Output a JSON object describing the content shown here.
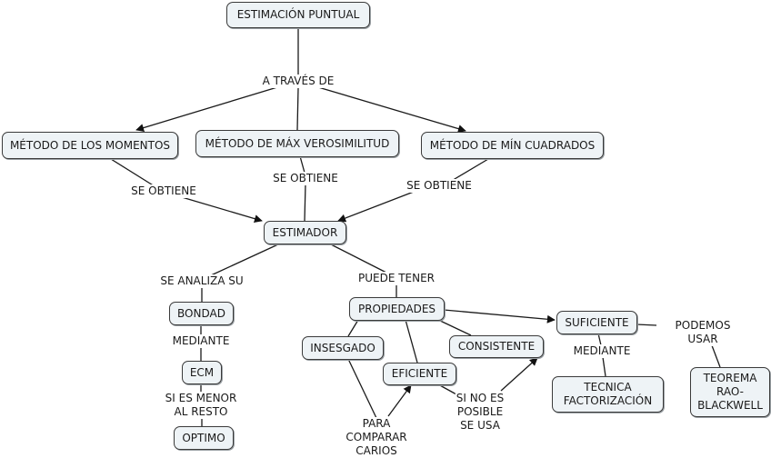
{
  "title": "ESTIMACIÓN PUNTUAL",
  "colors": {
    "node_fill": "#eef3f6",
    "node_border": "#3a3a3a",
    "line": "#1a1a1a",
    "background": "#ffffff"
  },
  "nodes": {
    "root": "ESTIMACIÓN PUNTUAL",
    "momentos": "MÉTODO DE LOS MOMENTOS",
    "verosimilitud": "MÉTODO DE MÁX VEROSIMILITUD",
    "cuadrados": "MÉTODO DE MÍN CUADRADOS",
    "estimador": "ESTIMADOR",
    "bondad": "BONDAD",
    "ecm": "ECM",
    "optimo": "OPTIMO",
    "propiedades": "PROPIEDADES",
    "insesgado": "INSESGADO",
    "consistente": "CONSISTENTE",
    "eficiente": "EFICIENTE",
    "suficiente": "SUFICIENTE",
    "factorizacion": "TECNICA\nFACTORIZACIÓN",
    "rao_blackwell": "TEOREMA\nRAO-\nBLACKWELL"
  },
  "links": {
    "a_traves_de": "A TRAVÉS DE",
    "se_obtiene_1": "SE OBTIENE",
    "se_obtiene_2": "SE OBTIENE",
    "se_obtiene_3": "SE OBTIENE",
    "se_analiza_su": "SE ANALIZA SU",
    "puede_tener": "PUEDE TENER",
    "mediante_1": "MEDIANTE",
    "si_es_menor": "SI ES MENOR\nAL RESTO",
    "para_comparar": "PARA\nCOMPARAR\nCARIOS",
    "si_no_es_posible": "SI NO ES\nPOSIBLE\nSE USA",
    "mediante_2": "MEDIANTE",
    "podemos_usar": "PODEMOS USAR"
  }
}
